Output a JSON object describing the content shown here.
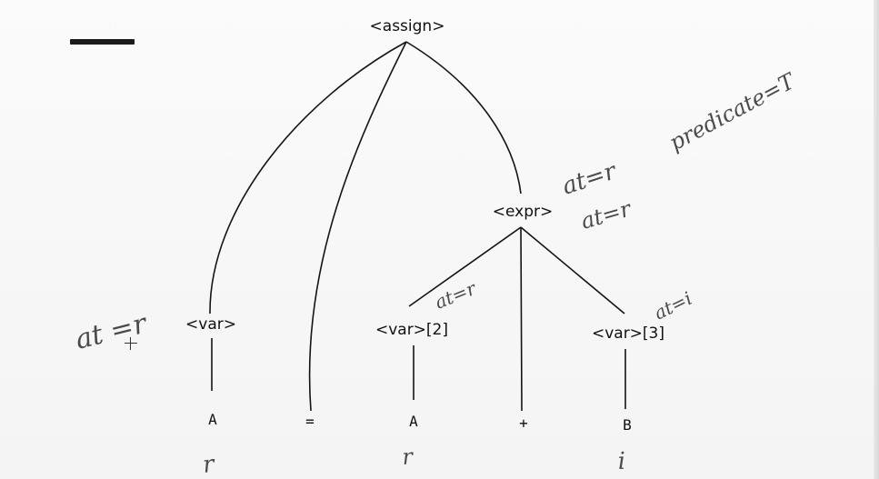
{
  "nodes": {
    "root": "<assign>",
    "expr": "<expr>",
    "var_left": "<var>",
    "var2": "<var>[2]",
    "var3": "<var>[3]"
  },
  "leaves": {
    "a_left": "A",
    "equals": "=",
    "a_mid": "A",
    "plus": "+",
    "b": "B"
  },
  "annotations": {
    "var_left_at": "at =r",
    "var2_at": "at=r",
    "var3_at": "at=i",
    "expr_at1": "at=r",
    "expr_at2": "at=r",
    "predicate": "predicate=T",
    "leaf_a_left": "r",
    "leaf_a_mid": "r",
    "leaf_b": "i"
  },
  "colors": {
    "ink": "#141414",
    "pencil": "#4a4a4a"
  }
}
